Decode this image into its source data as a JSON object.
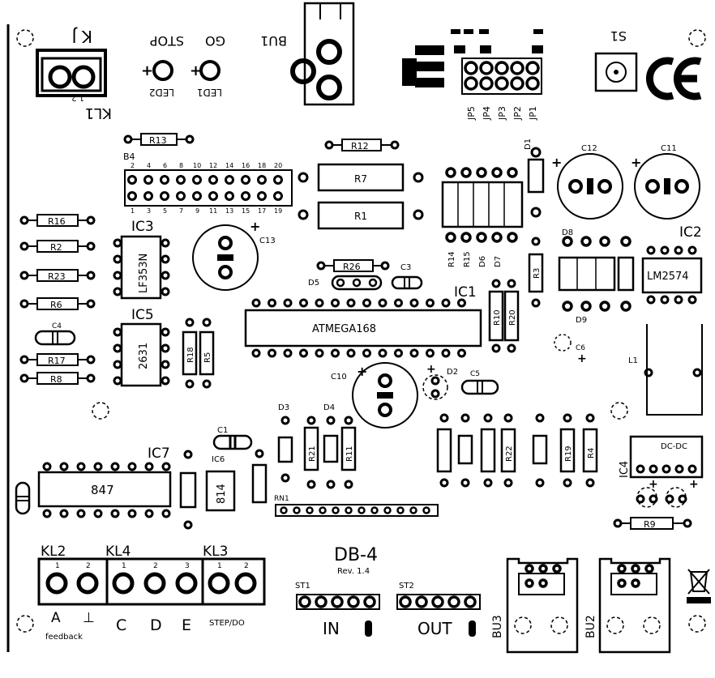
{
  "board": {
    "title": "DB-4",
    "revision": "Rev. 1.4"
  },
  "connectors": {
    "kl1": {
      "label": "KL1",
      "top": "K   J",
      "pin_text": "1  2"
    },
    "kl2": {
      "label": "KL2",
      "pins": [
        "1",
        "2"
      ],
      "bottom": [
        "A",
        "⊥"
      ],
      "caption": "feedback"
    },
    "kl4": {
      "label": "KL4",
      "pins": [
        "1",
        "2",
        "3"
      ],
      "bottom": [
        "C",
        "D",
        "E"
      ]
    },
    "kl3": {
      "label": "KL3",
      "pins": [
        "1",
        "2"
      ],
      "caption": "STEP/DO"
    },
    "bu1": {
      "label": "BU1"
    },
    "bu2": {
      "label": "BU2"
    },
    "bu3": {
      "label": "BU3"
    },
    "st1": {
      "label": "ST1",
      "caption": "IN"
    },
    "st2": {
      "label": "ST2",
      "caption": "OUT"
    }
  },
  "leds": {
    "go": "GO",
    "stop": "STOP",
    "led1": "LED1",
    "led2": "LED2"
  },
  "switch": {
    "label": "S1"
  },
  "jumpers": [
    "JP5",
    "JP4",
    "JP3",
    "JP2",
    "JP1"
  ],
  "ics": {
    "ic1": {
      "ref": "IC1",
      "name": "ATMEGA168"
    },
    "ic2": {
      "ref": "IC2",
      "name": "LM2574"
    },
    "ic3": {
      "ref": "IC3",
      "name": "LF353N"
    },
    "ic4": {
      "ref": "IC4",
      "name": "DC-DC"
    },
    "ic5": {
      "ref": "IC5",
      "name": "2631"
    },
    "ic6": {
      "ref": "IC6",
      "name": "814"
    },
    "ic7": {
      "ref": "IC7",
      "name": "847"
    }
  },
  "resistors": {
    "r13": "R13",
    "r12": "R12",
    "r7": "R7",
    "r1": "R1",
    "r16": "R16",
    "r2": "R2",
    "r23": "R23",
    "r6": "R6",
    "r26": "R26",
    "r17": "R17",
    "r8": "R8",
    "r5": "R5",
    "r10": "R10",
    "r20": "R20",
    "r3": "R3",
    "r21": "R21",
    "r11": "R11",
    "r18": "R18",
    "r22": "R22",
    "r19": "R19",
    "r4": "R4",
    "r9": "R9",
    "r14": "R14",
    "r15": "R15",
    "rn1": "RN1"
  },
  "pin_header": {
    "label": "B4",
    "top_pins": [
      "2",
      "4",
      "6",
      "8",
      "10",
      "12",
      "14",
      "16",
      "18",
      "20"
    ],
    "bottom_pins": [
      "1",
      "3",
      "5",
      "7",
      "9",
      "11",
      "13",
      "15",
      "17",
      "19"
    ]
  },
  "capacitors": {
    "c1": "C1",
    "c3": "C3",
    "c4": "C4",
    "c5": "C5",
    "c6": "C6",
    "c10": "C10",
    "c11": "C11",
    "c12": "C12",
    "c13": "C13"
  },
  "diodes": {
    "d1": "D1",
    "d2": "D2",
    "d3": "D3",
    "d4": "D4",
    "d5": "D5",
    "d6": "D6",
    "d7": "D7",
    "d8": "D8",
    "d9": "D9"
  },
  "inductor": {
    "label": "L1"
  }
}
